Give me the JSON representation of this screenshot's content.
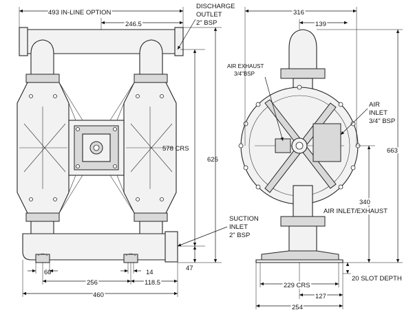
{
  "front_view": {
    "dimensions": {
      "inline_option": "493 IN-LINE OPTION",
      "half_inline": "246.5",
      "centers": "578 CRS",
      "overall_height": "625",
      "base_height": "47",
      "overall_width": "460",
      "foot_spacing": "256",
      "foot_width": "60",
      "foot_slot": "14",
      "foot_offset": "118.5"
    },
    "callouts": {
      "discharge_line1": "DISCHARGE",
      "discharge_line2": "OUTLET",
      "discharge_line3": "2\" BSP",
      "suction_line1": "SUCTION",
      "suction_line2": "INLET",
      "suction_line3": "2\" BSP"
    }
  },
  "side_view": {
    "dimensions": {
      "top_width": "316",
      "top_offset": "139",
      "overall_height": "663",
      "air_height": "340",
      "air_height_label": "AIR INLET/EXHAUST",
      "base_centers": "229 CRS",
      "base_half": "127",
      "base_width": "254",
      "slot_depth": "20 SLOT DEPTH"
    },
    "callouts": {
      "exhaust_line1": "AIR EXHAUST",
      "exhaust_line2": "3/4\"BSP",
      "air_inlet_line1": "AIR",
      "air_inlet_line2": "INLET",
      "air_inlet_line3": "3/4\" BSP"
    }
  }
}
